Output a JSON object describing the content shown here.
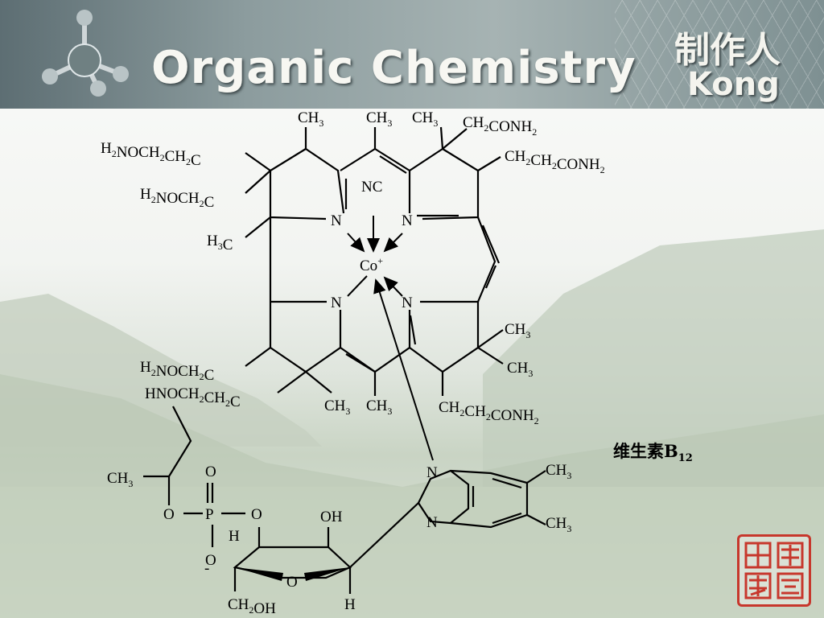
{
  "header": {
    "title": "Organic Chemistry",
    "author_label": "制作人",
    "author": "Kong"
  },
  "caption": {
    "text": "维生素B",
    "subscript": "12"
  },
  "colors": {
    "banner": "#8c9c9e",
    "seal": "#c7372c",
    "bonds": "#000000"
  },
  "molecule": {
    "labels": {
      "ch3": "CH3",
      "h3c": "H3C",
      "h2noch2ch2c": "H2NOCH2CH2C",
      "h2noch2c": "H2NOCH2C",
      "hnoch2ch2c": "HNOCH2CH2C",
      "ch2conh2": "CH2CONH2",
      "ch2ch2conh2": "CH2CH2CONH2",
      "nc": "NC",
      "cobalt": "Co",
      "cobalt_charge": "+",
      "n": "N",
      "o": "O",
      "p": "P",
      "oh": "OH",
      "h": "H",
      "ch2oh": "CH2OH",
      "o_minus": "-"
    }
  }
}
